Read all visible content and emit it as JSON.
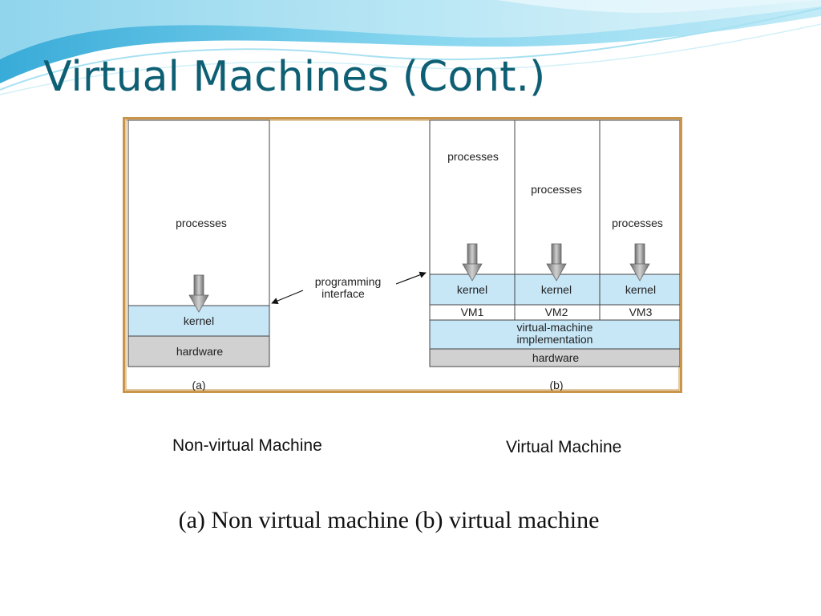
{
  "slide": {
    "title": "Virtual Machines (Cont.)",
    "caption": "(a) Non virtual machine (b) virtual machine"
  },
  "labels": {
    "left": "Non-virtual Machine",
    "right": "Virtual Machine"
  },
  "diagram": {
    "part_a": {
      "processes": "processes",
      "kernel": "kernel",
      "hardware": "hardware",
      "tag": "(a)"
    },
    "interface_label": [
      "programming",
      "interface"
    ],
    "part_b": {
      "columns": [
        {
          "processes": "processes",
          "kernel": "kernel",
          "vm": "VM1"
        },
        {
          "processes": "processes",
          "kernel": "kernel",
          "vm": "VM2"
        },
        {
          "processes": "processes",
          "kernel": "kernel",
          "vm": "VM3"
        }
      ],
      "implementation": [
        "virtual-machine",
        "implementation"
      ],
      "hardware": "hardware",
      "tag": "(b)"
    }
  },
  "colors": {
    "title": "#0e5f74",
    "kernel_fill": "#c7e6f6",
    "hardware_fill": "#d1d1d1",
    "frame_border": "#c8954a",
    "wave_blue": "#5bc0e3"
  }
}
